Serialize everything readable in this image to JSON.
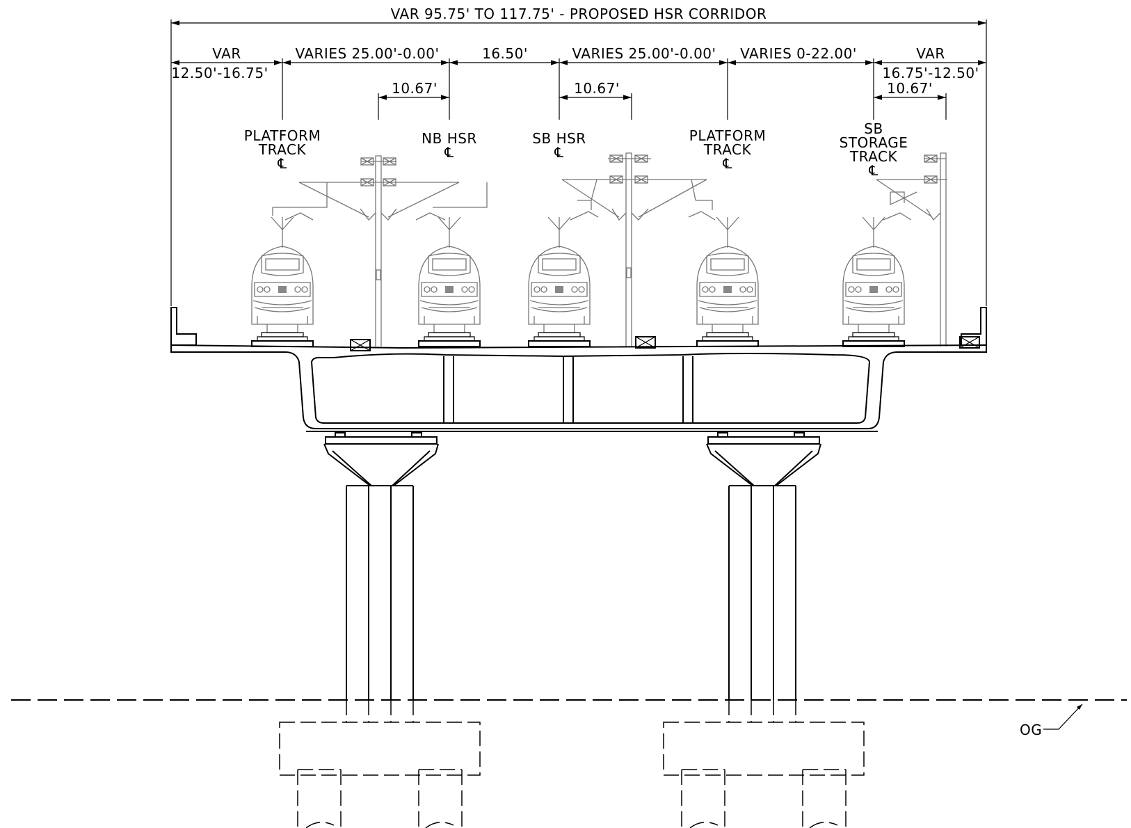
{
  "dimensions": {
    "overall": "VAR 95.75' TO 117.75' - PROPOSED HSR CORRIDOR",
    "left_var": "VAR",
    "left_var_range": "12.50'-16.75'",
    "varies_left": "VARIES 25.00'-0.00'",
    "center_span": "16.50'",
    "varies_right": "VARIES 25.00'-0.00'",
    "varies_storage": "VARIES 0-22.00'",
    "right_var": "VAR",
    "right_var_range": "16.75'-12.50'",
    "pole_offset_1": "10.67'",
    "pole_offset_2": "10.67'",
    "pole_offset_3": "10.67'"
  },
  "tracks": [
    {
      "line1": "PLATFORM",
      "line2": "TRACK",
      "cl": "℄"
    },
    {
      "line1": "NB HSR",
      "line2": "",
      "cl": "℄"
    },
    {
      "line1": "SB HSR",
      "line2": "",
      "cl": "℄"
    },
    {
      "line1": "PLATFORM",
      "line2": "TRACK",
      "cl": "℄"
    },
    {
      "line1": "SB",
      "line2": "STORAGE",
      "line3": "TRACK",
      "cl": "℄"
    }
  ],
  "ground_label": "OG"
}
